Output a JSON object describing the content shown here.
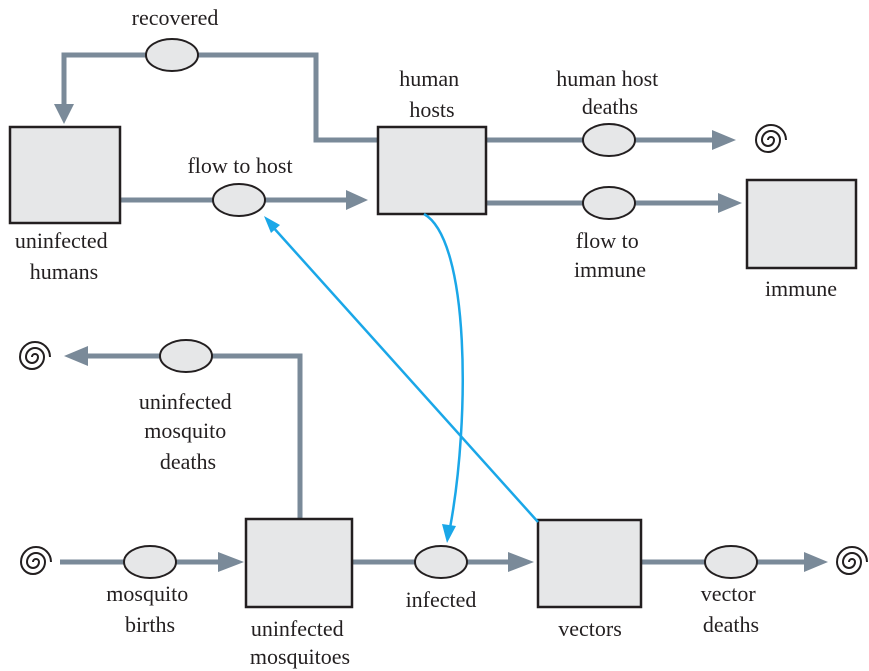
{
  "stocks": {
    "uninfected_humans": [
      "uninfected",
      "humans"
    ],
    "human_hosts": [
      "human",
      "hosts"
    ],
    "immune": [
      "immune"
    ],
    "uninfected_mosquitoes": [
      "uninfected",
      "mosquitoes"
    ],
    "vectors": [
      "vectors"
    ]
  },
  "flows": {
    "recovered": [
      "recovered"
    ],
    "flow_to_host": [
      "flow to host"
    ],
    "human_host_deaths": [
      "human host",
      "deaths"
    ],
    "flow_to_immune": [
      "flow to",
      "immune"
    ],
    "uninfected_mosquito_deaths": [
      "uninfected",
      "mosquito",
      "deaths"
    ],
    "mosquito_births": [
      "mosquito",
      "births"
    ],
    "infected": [
      "infected"
    ],
    "vector_deaths": [
      "vector",
      "deaths"
    ]
  },
  "colors": {
    "pipe": "#7a8a99",
    "link": "#1aa7e8",
    "box_fill": "#e6e7e8",
    "outline": "#231f20"
  },
  "icons": {
    "source_sink": "cloud-spiral-icon"
  }
}
